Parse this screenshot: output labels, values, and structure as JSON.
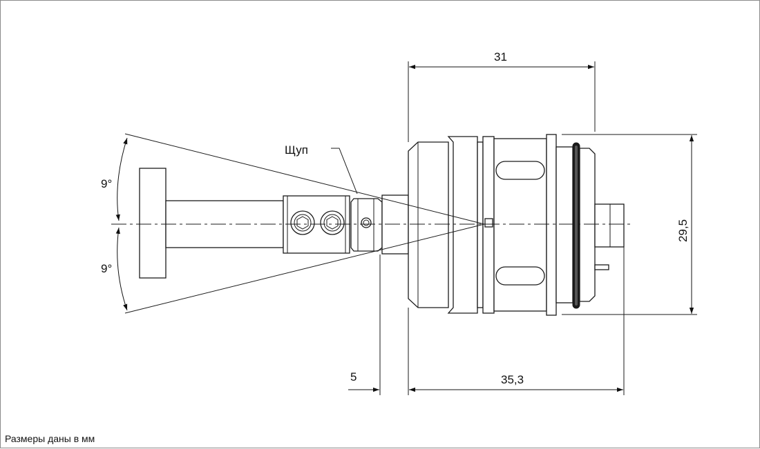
{
  "labels": {
    "probe": "Щуп",
    "angle_top": "9°",
    "angle_bottom": "9°",
    "dim_31": "31",
    "dim_29_5": "29,5",
    "dim_5": "5",
    "dim_35_3": "35,3"
  },
  "caption": "Размеры даны в мм"
}
